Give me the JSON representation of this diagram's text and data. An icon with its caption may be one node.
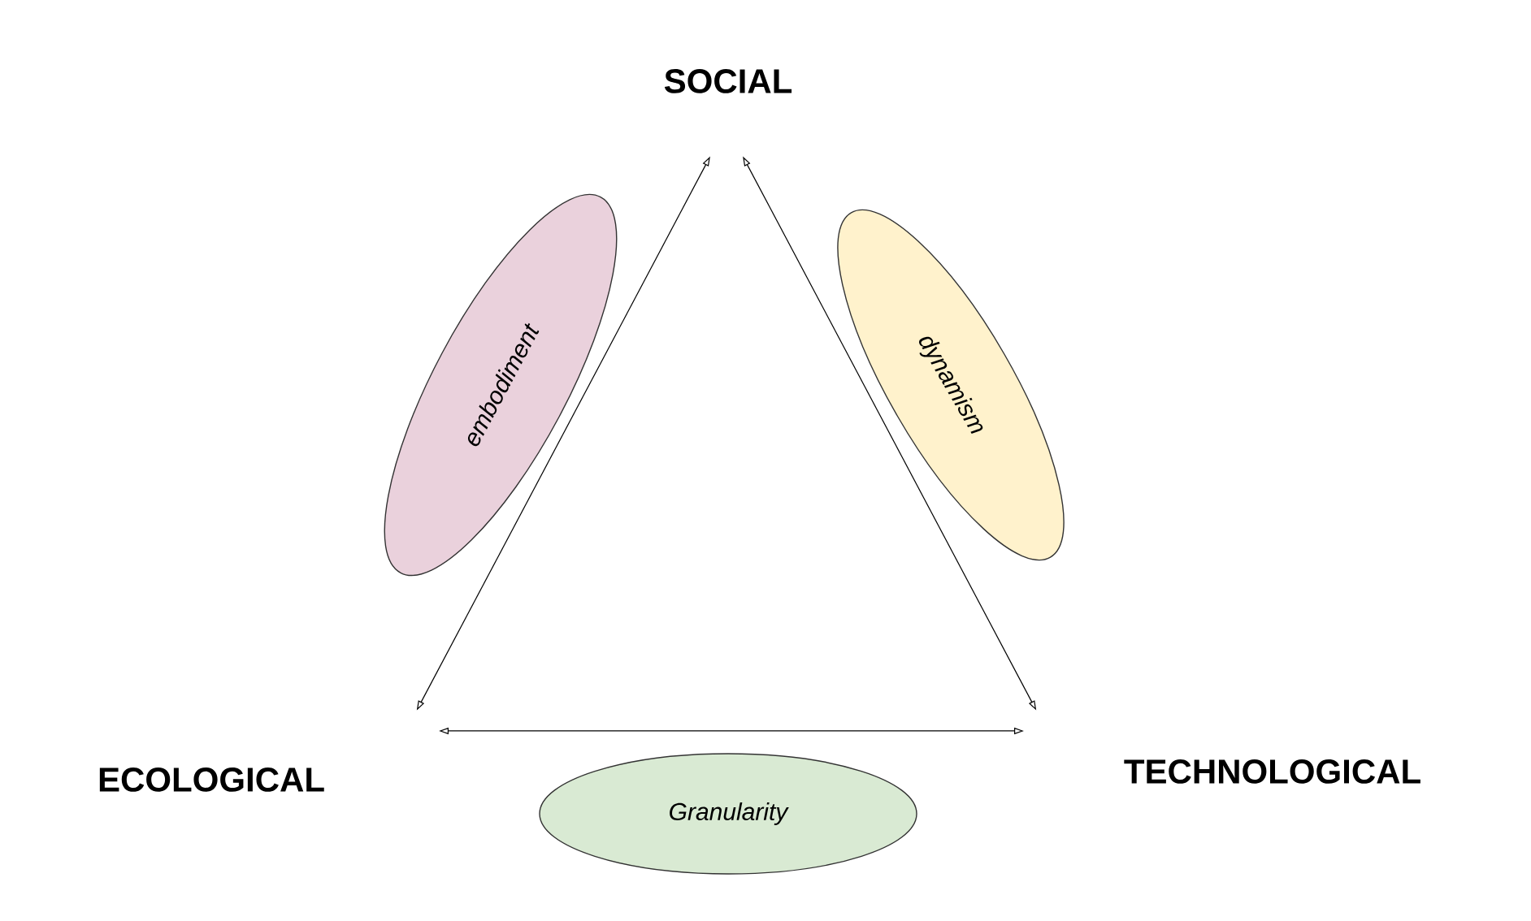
{
  "diagram": {
    "nodes": [
      {
        "text": [
          "SOCIAL"
        ]
      },
      {
        "text": [
          "ECOLOGICAL"
        ]
      },
      {
        "text": [
          "TECHNOLOGICAL"
        ]
      },
      {
        "text": [
          "embodiment"
        ]
      },
      {
        "text": [
          "dynamism"
        ]
      },
      {
        "text": [
          "Granularity"
        ]
      }
    ],
    "edges": [
      {
        "from": 0,
        "to": 1,
        "arrow": "both"
      },
      {
        "from": 0,
        "to": 2,
        "arrow": "both"
      },
      {
        "from": 1,
        "to": 2,
        "arrow": "both"
      }
    ]
  }
}
